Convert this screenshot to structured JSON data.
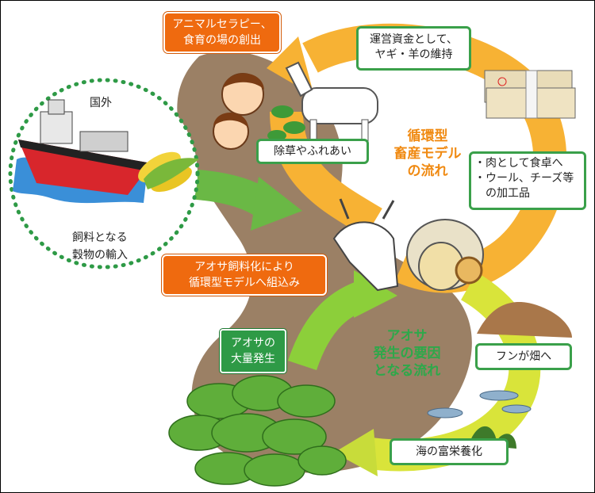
{
  "labels": {
    "overseas": "国外",
    "import_line1": "飼料となる",
    "import_line2": "穀物の輸入",
    "animal_therapy_line1": "アニマルセラピー、",
    "animal_therapy_line2": "食育の場の創出",
    "funds_line1": "運営資金として、",
    "funds_line2": "ヤギ・羊の維持",
    "weeding": "除草やふれあい",
    "cycle_title_line1": "循環型",
    "cycle_title_line2": "畜産モデル",
    "cycle_title_line3": "の流れ",
    "meat_line1": "・肉として食卓へ",
    "meat_line2": "・ウール、チーズ等",
    "meat_line3": "　の加工品",
    "aosa_feed_line1": "アオサ飼料化により",
    "aosa_feed_line2": "循環型モデルへ組込み",
    "aosa_cause_line1": "アオサ",
    "aosa_cause_line2": "発生の要因",
    "aosa_cause_line3": "となる流れ",
    "manure": "フンが畑へ",
    "aosa_mass_line1": "アオサの",
    "aosa_mass_line2": "大量発生",
    "eutrophication": "海の富栄養化"
  },
  "colors": {
    "cycle_orange": "#f7b234",
    "cycle_green": "#a6cf3c",
    "arrow_green": "#6ab845",
    "label_orange": "#ef6a0f",
    "label_green": "#2e9a46",
    "border_green": "#3aa04a",
    "brown_center": "#8a6a4a"
  },
  "icons": [
    "ship-icon",
    "corn-icon",
    "children-icon",
    "goat-icon",
    "money-bundle-icon",
    "sheep-icon",
    "manure-pile-icon",
    "fish-icon",
    "seaweed-icon",
    "plant-icon"
  ]
}
